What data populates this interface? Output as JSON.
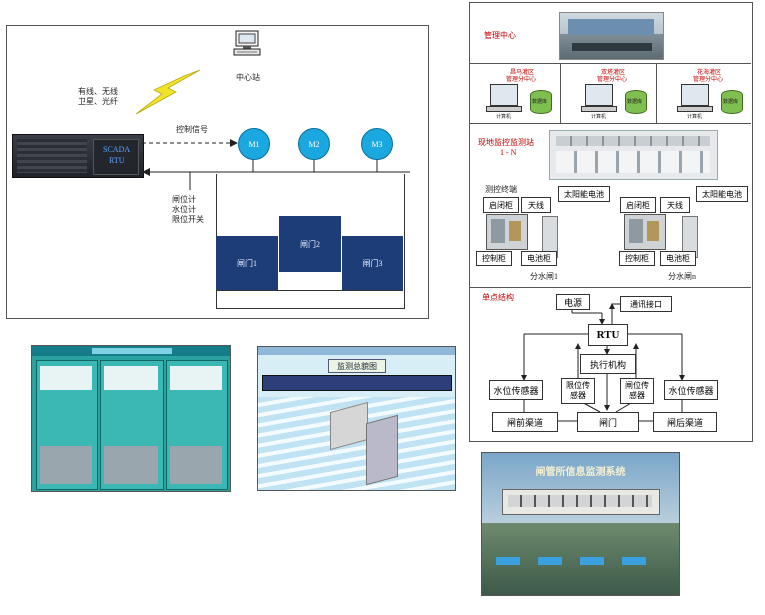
{
  "left_diagram": {
    "center_station": "中心站",
    "comm_lines": [
      "有线、无线",
      "卫星、光纤"
    ],
    "control_signal": "控制信号",
    "rtu_lines": [
      "SCADA",
      "RTU"
    ],
    "sensor_lines": [
      "闸位计",
      "水位计",
      "限位开关"
    ],
    "motors": [
      "M1",
      "M2",
      "M3"
    ],
    "gates": [
      "闸门1",
      "闸门2",
      "闸门3"
    ]
  },
  "right_panel": {
    "management_center": "管理中心",
    "sub_centers": [
      {
        "title": [
          "昌马灌区",
          "管理分中心"
        ],
        "pc": "计算机",
        "db": "数据库"
      },
      {
        "title": [
          "双塔灌区",
          "管理分中心"
        ],
        "pc": "计算机",
        "db": "数据库"
      },
      {
        "title": [
          "花海灌区",
          "管理分中心"
        ],
        "pc": "计算机",
        "db": "数据库"
      }
    ],
    "field_station": [
      "现地监控监测站",
      "1 - N"
    ],
    "stations": [
      {
        "terminal": "测控终端",
        "start_cabinet": "启闭柜",
        "antenna": "天线",
        "solar": "太阳能电池",
        "control_cabinet": "控制柜",
        "battery_cabinet": "电池柜",
        "gate_name": "分水闸1"
      },
      {
        "terminal": "",
        "start_cabinet": "启闭柜",
        "antenna": "天线",
        "solar": "太阳能电池",
        "control_cabinet": "控制柜",
        "battery_cabinet": "电池柜",
        "gate_name": "分水闸n"
      }
    ],
    "single_point": {
      "title": "单点结构",
      "power": "电源",
      "comm": "通讯接口",
      "rtu": "RTU",
      "actuator": "执行机构",
      "level_sensor_left": "水位传感器",
      "limit_sensor": [
        "限位传",
        "感器"
      ],
      "gate_sensor": [
        "闸位传",
        "感器"
      ],
      "level_sensor_right": "水位传感器",
      "upstream": "闸前渠道",
      "gate": "闸门",
      "downstream": "闸后渠道"
    }
  },
  "screens": {
    "monitor_title": "监测总貌图",
    "system_title": "闸管所信息监测系统"
  },
  "colors": {
    "gate_fill": "#1c3d78",
    "sensor_circle": "#1ba7e0",
    "panel_teal": "#2aa3a0",
    "red_label": "#c00000"
  }
}
